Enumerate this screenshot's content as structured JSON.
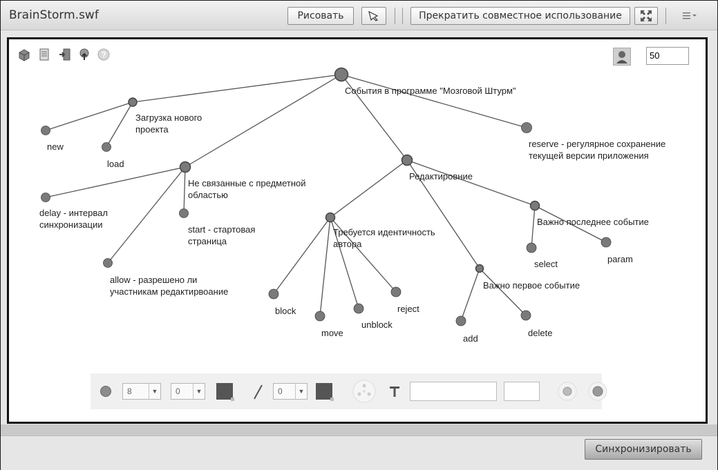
{
  "window": {
    "title": "BrainStorm.swf",
    "draw_button": "Рисовать",
    "stop_sharing_button": "Прекратить совместное использование",
    "icons": [
      "pointer-icon",
      "fullscreen-icon",
      "menu-icon"
    ]
  },
  "canvas": {
    "tool_icons": [
      "box-icon",
      "document-icon",
      "exit-icon",
      "upload-icon",
      "help-icon"
    ],
    "zoom_value": "50"
  },
  "mindmap": {
    "root": "События в программе \"Мозговой Штурм\"",
    "load_group": "Загрузка нового проекта",
    "new": "new",
    "load": "load",
    "unrelated": "Не связанные с предметной областью",
    "delay": "delay - интервал синхронизации",
    "start": "start - стартовая страница",
    "allow": "allow - разрешено ли участникам редактирвоание",
    "reserve": "reserve - регулярное сохранение текущей версии приложения",
    "editing": "Редактировние",
    "author_required": "Требуется идентичность автора",
    "block": "block",
    "move": "move",
    "unblock": "unblock",
    "reject": "reject",
    "first_event": "Важно первое событие",
    "add": "add",
    "delete": "delete",
    "last_event": "Важно последнее событие",
    "select": "select",
    "param": "param"
  },
  "properties_toolbar": {
    "node_size": "8",
    "node_border": "0",
    "line_width": "0",
    "text_value": "",
    "text_size": ""
  },
  "status": {
    "sync_button": "Синхронизировать"
  },
  "colors": {
    "node_fill": "#7a7a7a",
    "node_stroke": "#444444",
    "edge": "#555555"
  }
}
